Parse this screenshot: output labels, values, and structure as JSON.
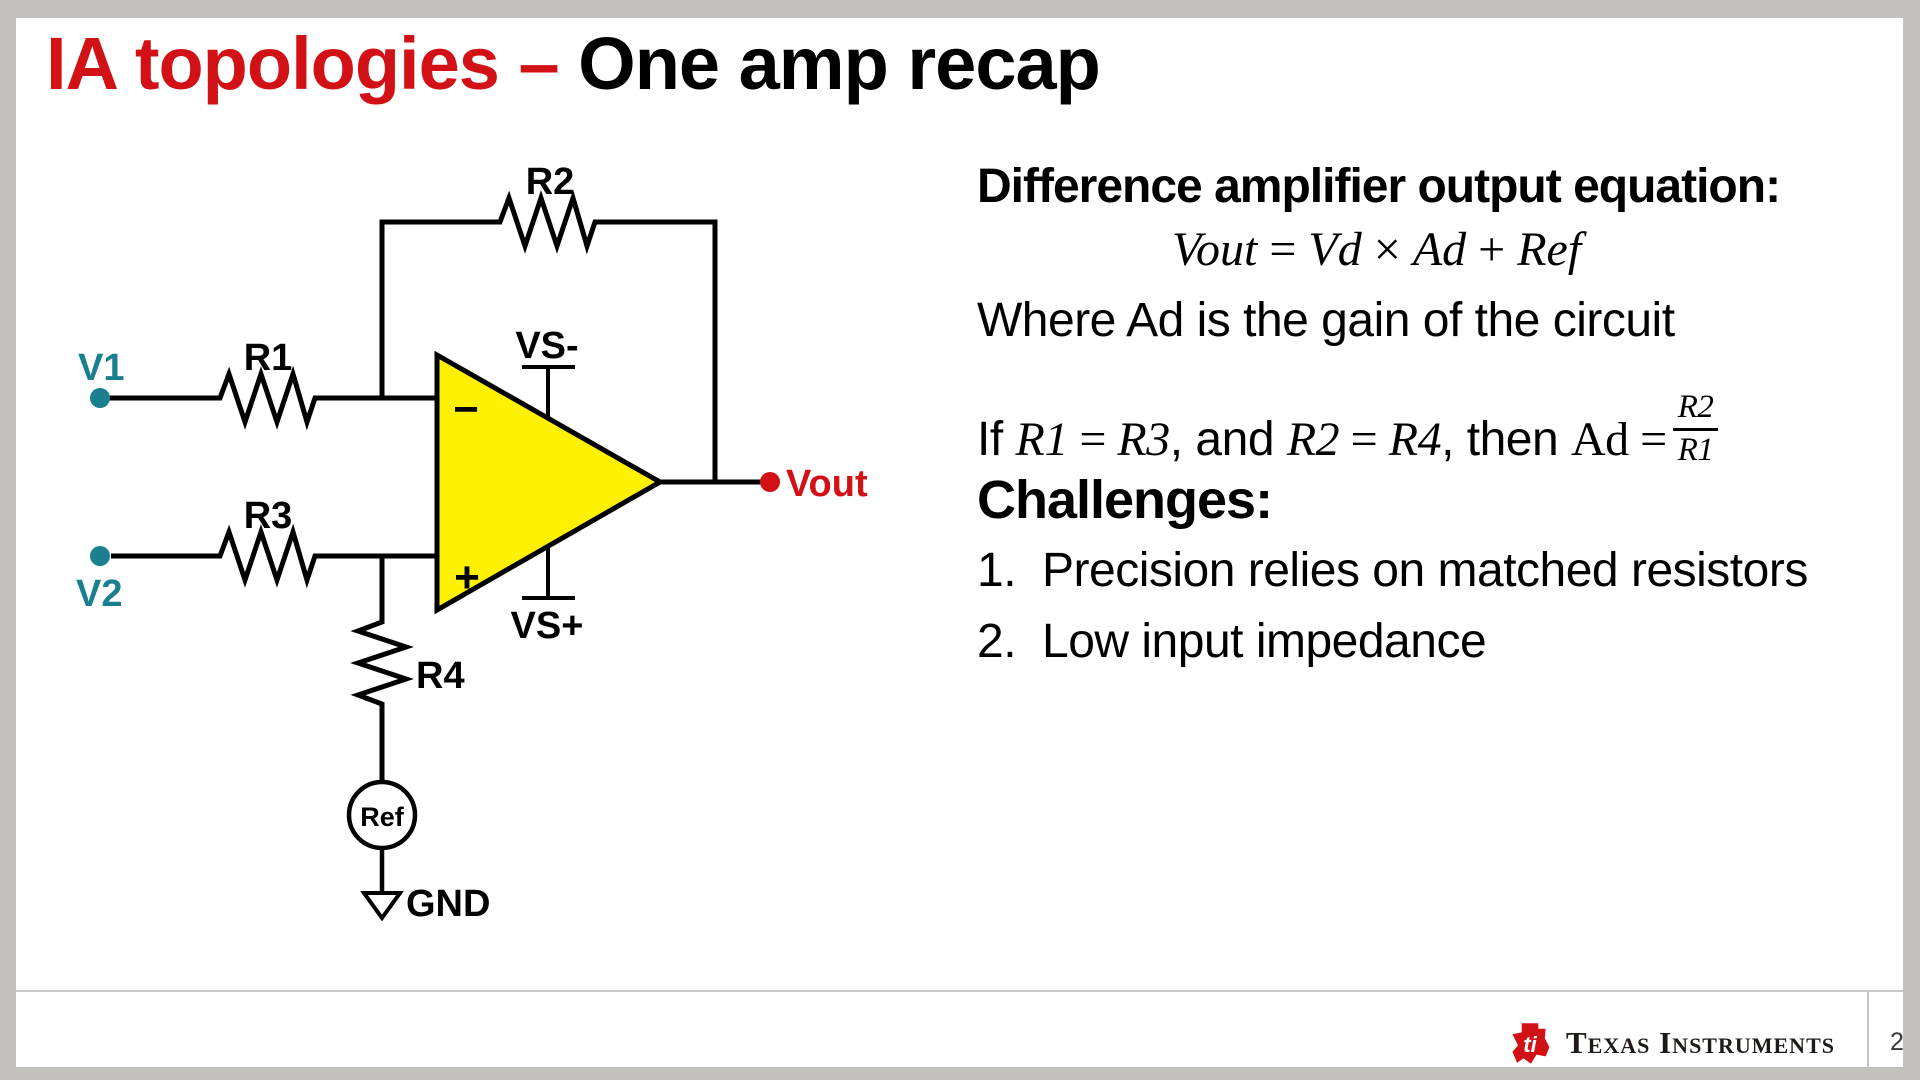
{
  "slide": {
    "title": {
      "red_part": "IA topologies – ",
      "black_part": "One amp recap"
    }
  },
  "circuit": {
    "labels": {
      "v1": "V1",
      "v2": "V2",
      "r1": "R1",
      "r2": "R2",
      "r3": "R3",
      "r4": "R4",
      "vs_minus": "VS-",
      "vs_plus": "VS+",
      "vout": "Vout",
      "ref": "Ref",
      "gnd": "GND",
      "inverting_input": "−",
      "noninverting_input": "+"
    },
    "colors": {
      "opamp_fill": "#FFF101",
      "input_terminal_teal": "#1A7F8E",
      "output_terminal_red": "#D21116",
      "wire": "#000000"
    }
  },
  "right_panel": {
    "heading": "Difference amplifier output equation:",
    "equation_parts": [
      {
        "text": "Vout",
        "style": "math"
      },
      {
        "text": " = ",
        "style": "mathop"
      },
      {
        "text": "Vd",
        "style": "math"
      },
      {
        "text": " × ",
        "style": "mathop"
      },
      {
        "text": "Ad",
        "style": "math"
      },
      {
        "text": " + ",
        "style": "mathop"
      },
      {
        "text": "Ref",
        "style": "math"
      }
    ],
    "where_line": "Where Ad is the gain of the circuit",
    "if_line_parts": [
      {
        "text": "If ",
        "style": "plain"
      },
      {
        "text": "R1",
        "style": "math"
      },
      {
        "text": " = ",
        "style": "mathop"
      },
      {
        "text": "R3",
        "style": "math"
      },
      {
        "text": ", and ",
        "style": "plain"
      },
      {
        "text": "R2",
        "style": "math"
      },
      {
        "text": " = ",
        "style": "mathop"
      },
      {
        "text": "R4",
        "style": "math"
      },
      {
        "text": ", then ",
        "style": "plain"
      },
      {
        "text": "Ad = ",
        "style": "mathop"
      }
    ],
    "fraction": {
      "numerator": "R2",
      "denominator": "R1"
    },
    "challenges_heading": "Challenges:",
    "challenges": [
      {
        "number": "1.",
        "text": "Precision relies on matched resistors"
      },
      {
        "number": "2.",
        "text": "Low input impedance"
      }
    ]
  },
  "footer": {
    "logo_text": "ti",
    "brand": "Texas Instruments",
    "page_number": "2"
  }
}
